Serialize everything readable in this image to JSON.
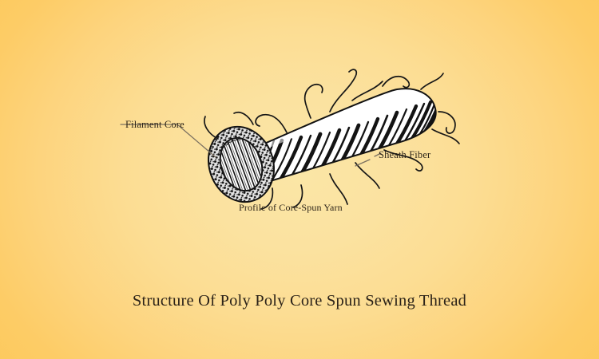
{
  "background": {
    "center_color": "#fbe6a6",
    "edge_color": "#fcc857",
    "gradient": "radial"
  },
  "illustration": {
    "name": "core-spun-yarn-diagram",
    "description": "Pen-and-ink drawing of a core-spun sewing thread cut at an angle, showing parallel filament core bundle at the cut end surrounded by a stippled sheath ring, with helically wrapped staple sheath fibers and loose hairy fibers along the body.",
    "ink_color": "#1a1a1a",
    "fill_color": "#ffffff",
    "leader_color": "#6b6152"
  },
  "labels": {
    "filament_core": "Filament Core",
    "sheath_fiber": "Sheath Fiber",
    "profile": "Profile of Core-Spun Yarn"
  },
  "title": {
    "text": "Structure Of Poly Poly Core Spun Sewing Thread",
    "color": "#2b2218"
  }
}
